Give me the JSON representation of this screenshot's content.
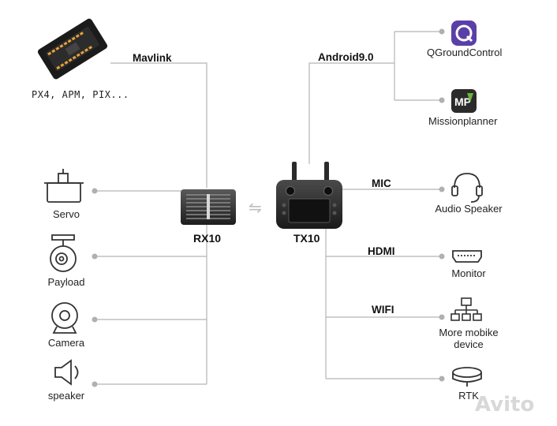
{
  "left": {
    "flight_controller": "PX4, APM, PIX...",
    "link": "Mavlink",
    "items": [
      "Servo",
      "Payload",
      "Camera",
      "speaker"
    ]
  },
  "center": {
    "receiver": "RX10",
    "transmitter": "TX10",
    "arrow": "⇋"
  },
  "right": {
    "os_link": "Android9.0",
    "apps": [
      "QGroundControl",
      "Missionplanner"
    ],
    "connections": [
      {
        "link": "MIC",
        "device": "Audio Speaker"
      },
      {
        "link": "HDMI",
        "device": "Monitor"
      },
      {
        "link": "WIFI",
        "device_line1": "More mobike",
        "device_line2": "device"
      },
      {
        "link": "",
        "device": "RTK"
      }
    ],
    "app_icon_text": {
      "qgc": "Q",
      "mp": "MP"
    }
  },
  "watermark": "Avito",
  "colors": {
    "line": "#b5b5b5",
    "qgc_bg": "#5b3fa8",
    "mp_bg": "#2b2b2b",
    "mp_accent": "#6fb23a"
  }
}
